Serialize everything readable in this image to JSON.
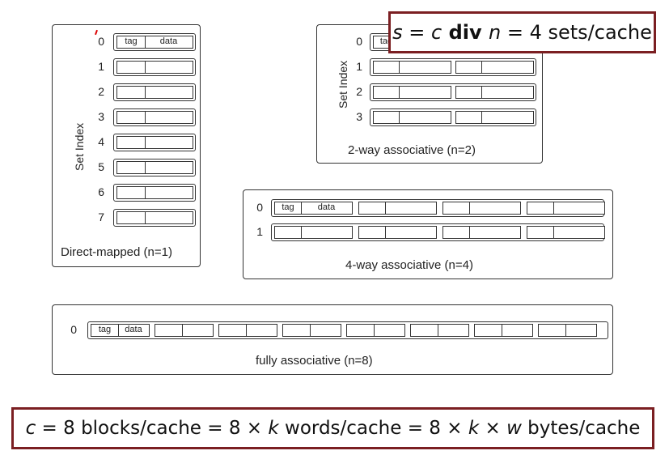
{
  "direct_mapped": {
    "caption": "Direct-mapped (n=1)",
    "axis_label": "Set Index",
    "set_indices": [
      "0",
      "1",
      "2",
      "3",
      "4",
      "5",
      "6",
      "7"
    ],
    "tag_label": "tag",
    "data_label": "data"
  },
  "two_way": {
    "caption": "2-way associative (n=2)",
    "axis_label": "Set Index",
    "set_indices": [
      "0",
      "1",
      "2",
      "3"
    ],
    "tag_label": "tag"
  },
  "four_way": {
    "caption": "4-way associative (n=4)",
    "set_indices": [
      "0",
      "1"
    ],
    "tag_label": "tag",
    "data_label": "data"
  },
  "fully_assoc": {
    "caption": "fully associative (n=8)",
    "set_indices": [
      "0"
    ],
    "tag_label": "tag",
    "data_label": "data"
  },
  "formula_top": {
    "s": "s",
    "eq1": " = ",
    "c": "c",
    "div": " div ",
    "n": "n",
    "rest": " = 4 sets/cache"
  },
  "formula_bottom": {
    "c": "c",
    "part1": " = 8 blocks/cache = 8 × ",
    "k1": "k",
    "part2": " words/cache = 8 × ",
    "k2": "k",
    "part3": " × ",
    "w": "w",
    "part4": " bytes/cache"
  },
  "colors": {
    "formula_border": "#7b1f22",
    "marker": "#dd0000"
  }
}
